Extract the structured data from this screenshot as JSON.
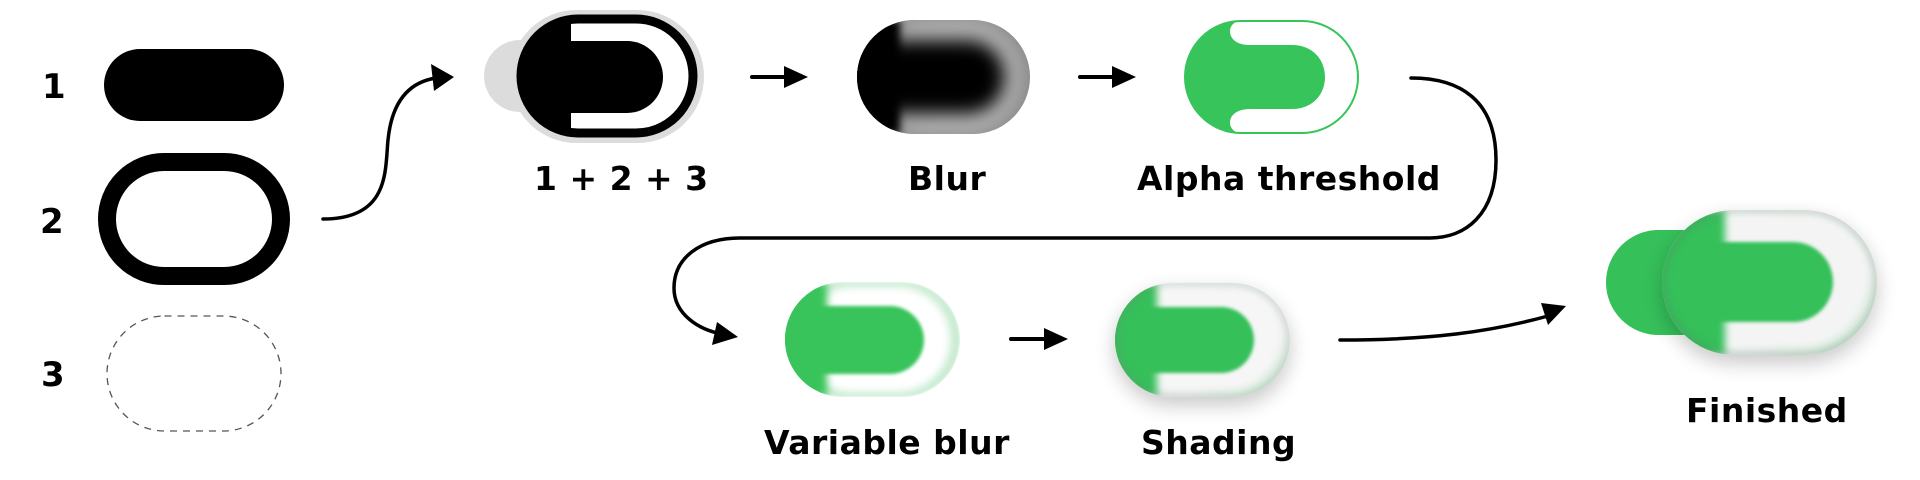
{
  "diagram": {
    "colors": {
      "ink": "#000000",
      "green": "#37C45A",
      "green_light": "#C8EBD2",
      "backdrop_grey": "#DCDCDC",
      "background": "#FFFFFF"
    },
    "inputs": [
      {
        "number": "1",
        "shape": "filled-pill"
      },
      {
        "number": "2",
        "shape": "outlined-ring"
      },
      {
        "number": "3",
        "shape": "dashed-outline"
      }
    ],
    "steps": [
      {
        "label": "1 + 2 + 3",
        "shape": "combined"
      },
      {
        "label": "Blur",
        "shape": "blurred"
      },
      {
        "label": "Alpha threshold",
        "shape": "thresholded"
      },
      {
        "label": "Variable blur",
        "shape": "variable-blur"
      },
      {
        "label": "Shading",
        "shape": "shaded"
      },
      {
        "label": "Finished",
        "shape": "finished-toggle"
      }
    ]
  }
}
